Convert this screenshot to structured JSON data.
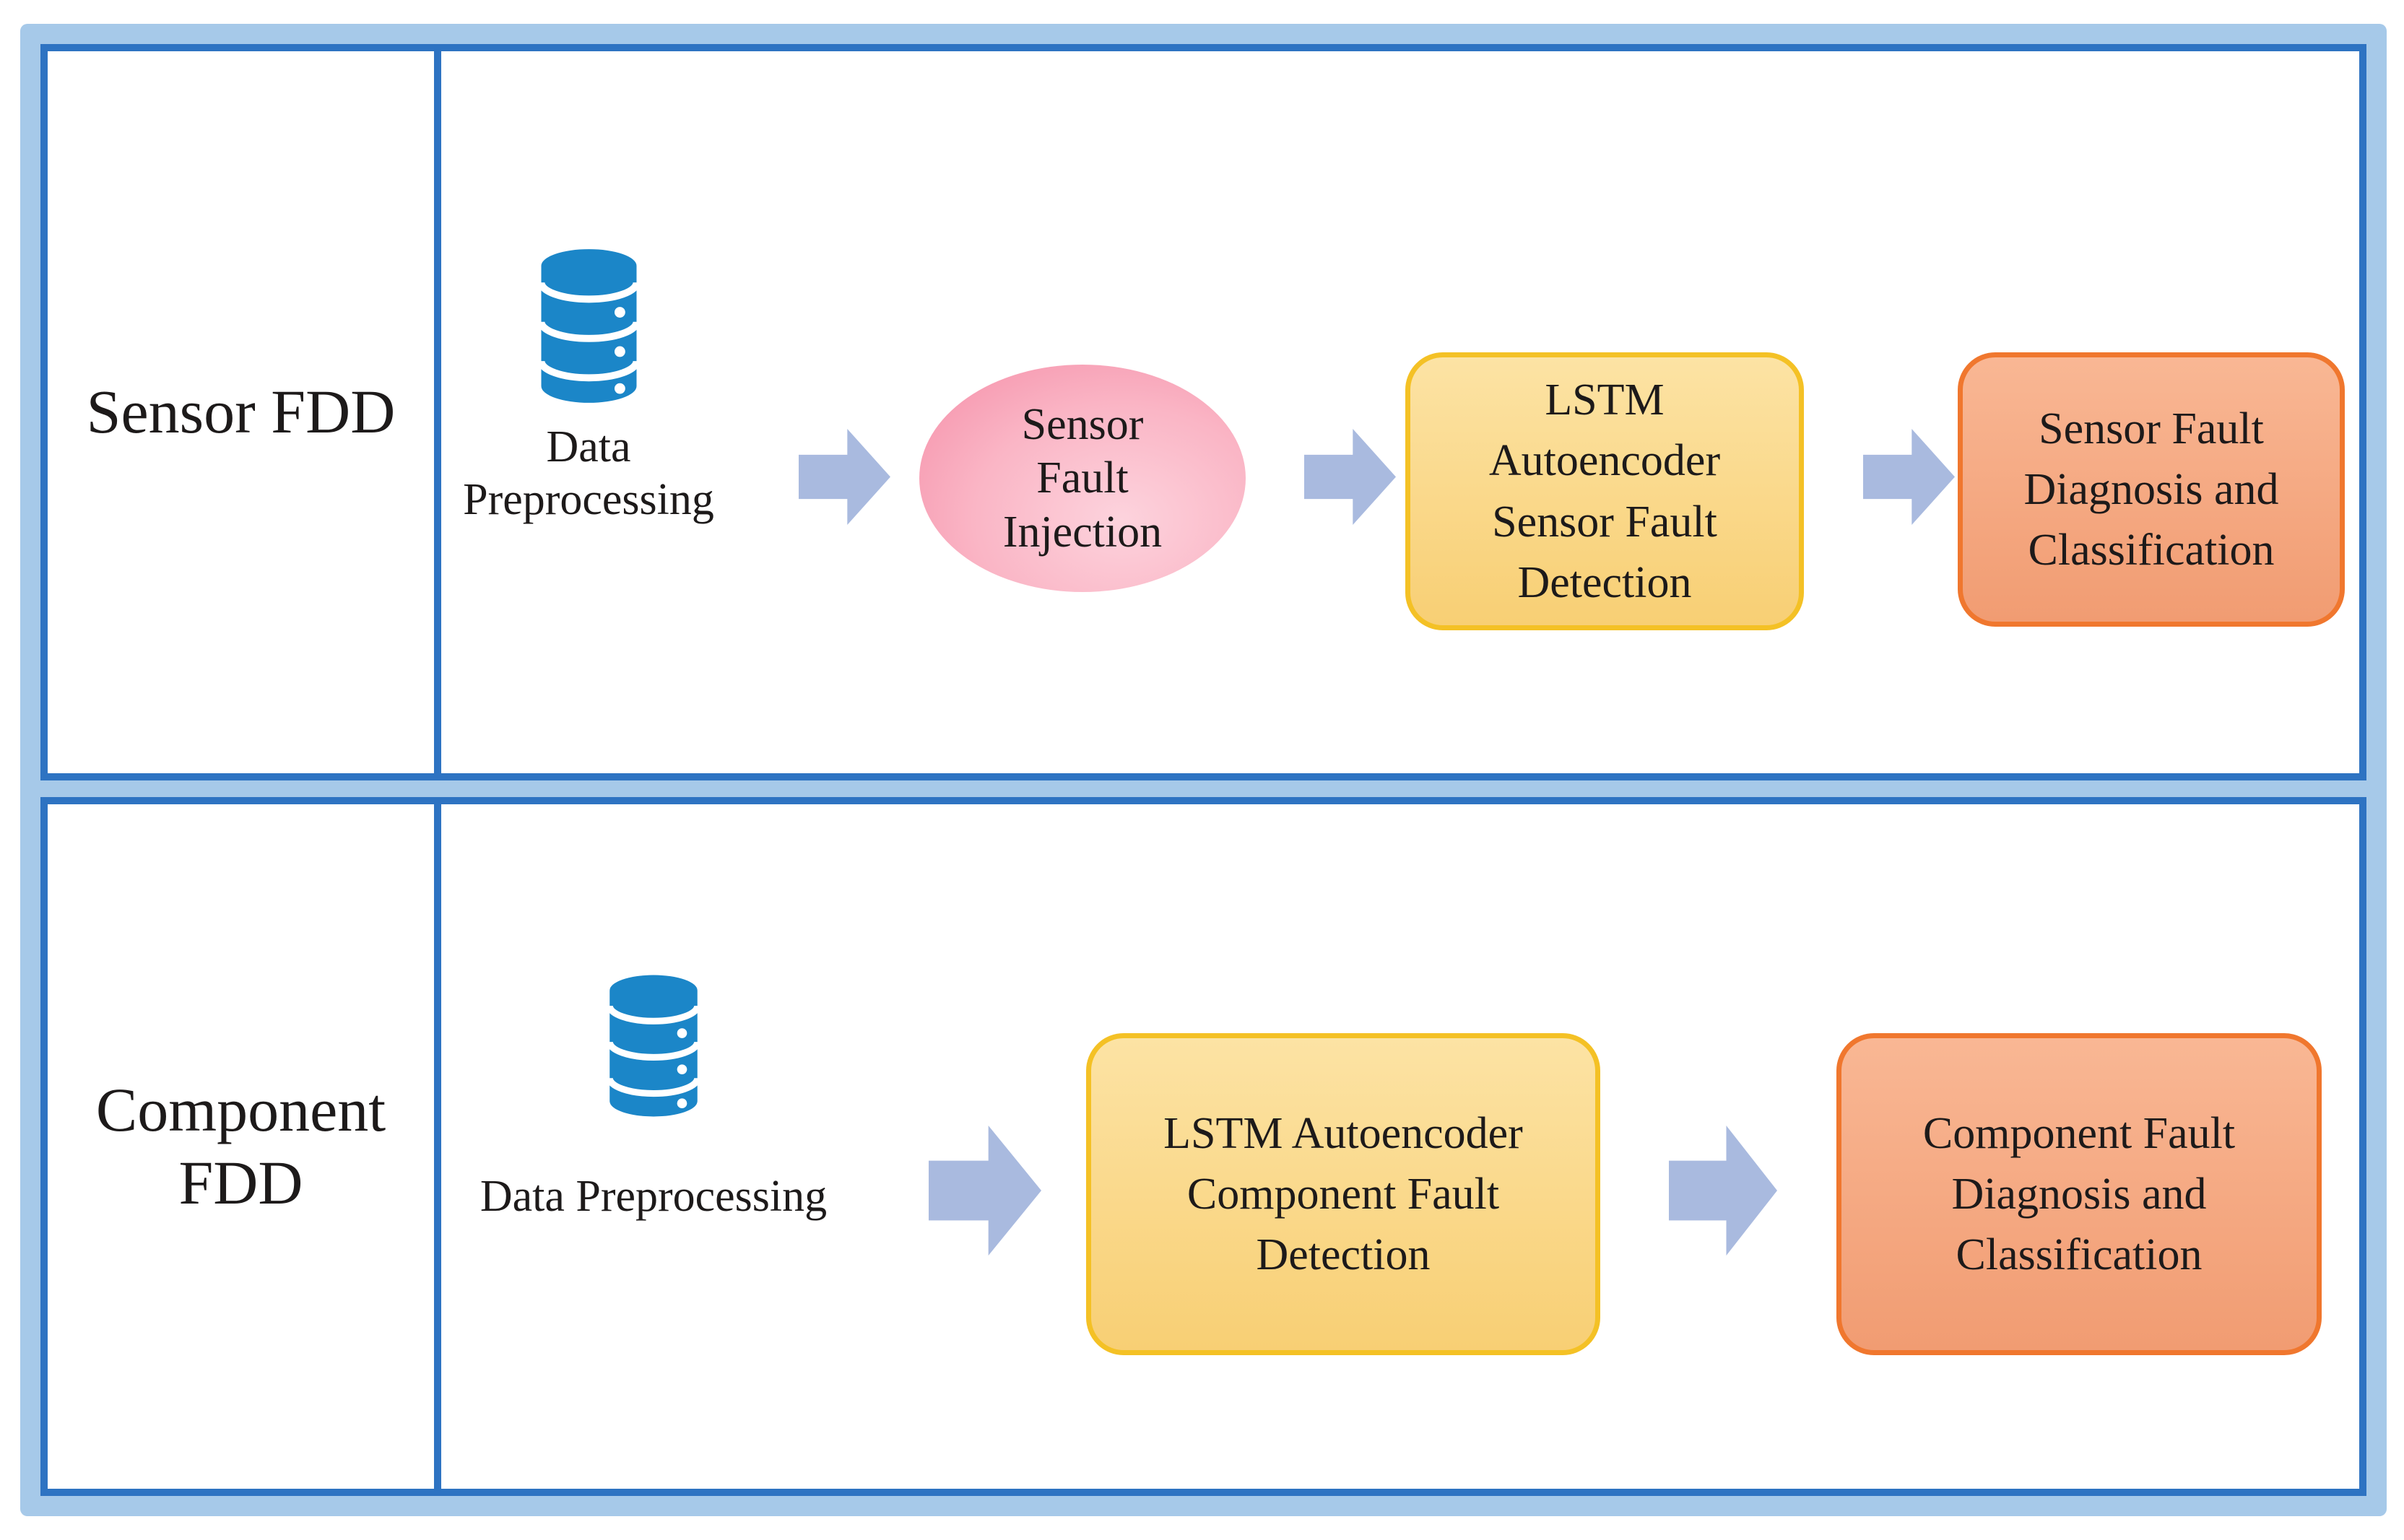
{
  "figure_title": "LSTM autoencoder based FDD workflow diagram",
  "colors": {
    "frame_band": "#a6c9e9",
    "frame_border": "#2e73c2",
    "db_blue": "#1b86c8",
    "arrow_fill": "#a9badf",
    "pink_edge": "#f58da7",
    "pink_mid": "#fab5c5",
    "pink_center": "#fdd3dd",
    "det_border": "#f4c125",
    "det_top": "#fce3a4",
    "det_bottom": "#f8cf74",
    "diag_border": "#f0772e",
    "diag_top": "#f9b794",
    "diag_bottom": "#f19c72",
    "ink": "#1d1a1a"
  },
  "icons": {
    "data_source": "database-icon",
    "flow": "arrow-right-icon"
  },
  "rows": [
    {
      "label": "Sensor FDD",
      "data_source_caption": "Data Preprocessing",
      "fault_injection_label": "Sensor Fault Injection",
      "detection_label": "LSTM Autoencoder Sensor Fault Detection",
      "diagnosis_label": "Sensor Fault Diagnosis and Classification"
    },
    {
      "label": "Component FDD",
      "data_source_caption": "Data Preprocessing",
      "detection_label": "LSTM Autoencoder Component Fault Detection",
      "diagnosis_label": "Component Fault Diagnosis and Classification"
    }
  ]
}
